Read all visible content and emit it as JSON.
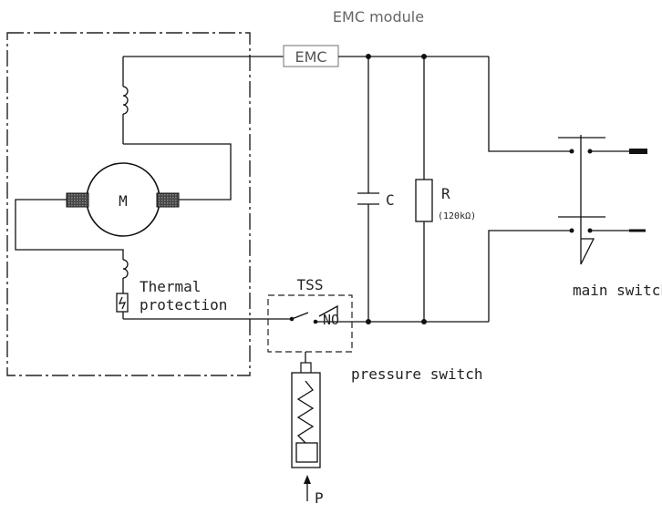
{
  "labels": {
    "emc_module": "EMC module",
    "emc": "EMC",
    "motor": "M",
    "capacitor": "C",
    "resistor": "R",
    "resistor_value": "(120kΩ)",
    "thermal_line1": "Thermal",
    "thermal_line2": "protection",
    "tss": "TSS",
    "no": "NO",
    "pressure_switch": "pressure switch",
    "main_switch": "main switch",
    "pressure": "P"
  },
  "colors": {
    "wire": "#111111",
    "text": "#222222",
    "emc_box": "#888888",
    "brush": "#333333"
  }
}
